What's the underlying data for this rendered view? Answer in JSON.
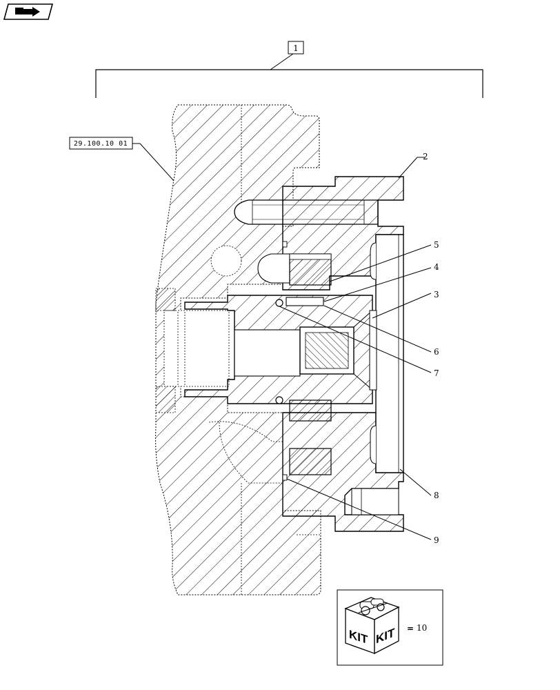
{
  "nav": {
    "icon": "forward-arrow-icon"
  },
  "assembly_callout": "1",
  "reference_callout": "29.100.10 01",
  "part_labels": [
    "2",
    "3",
    "4",
    "5",
    "6",
    "7",
    "8",
    "9"
  ],
  "kit": {
    "word": "KIT",
    "equals": "=",
    "quantity": "10"
  }
}
